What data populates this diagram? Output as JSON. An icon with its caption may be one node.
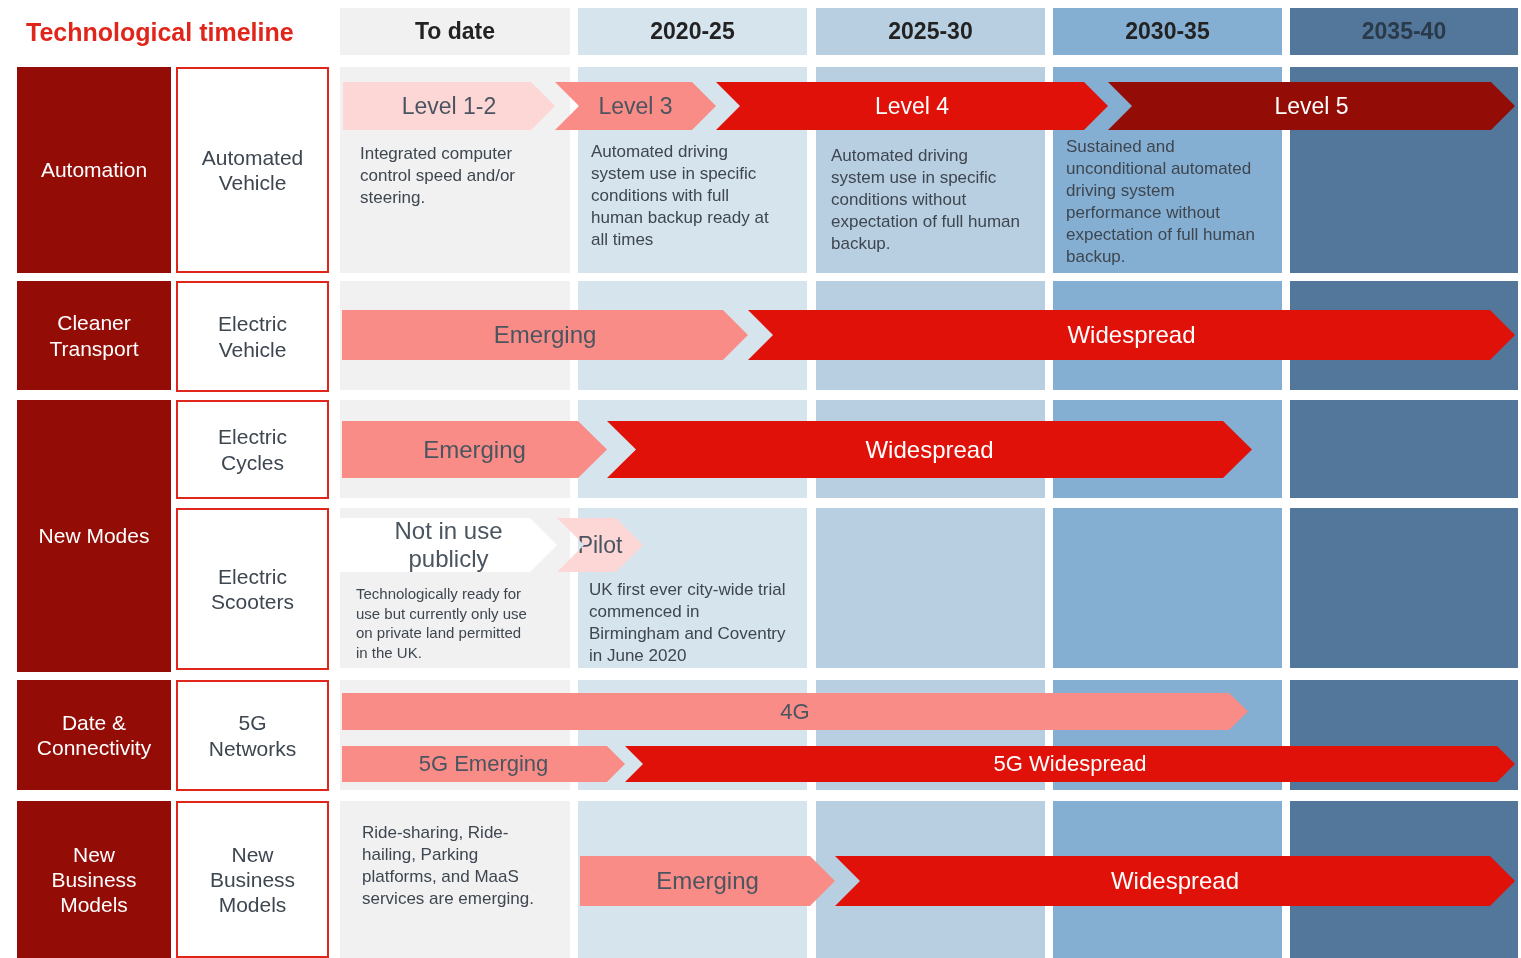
{
  "diagram": {
    "title": "Technological timeline",
    "nodes": [
      {
        "text": [
          "Automation"
        ]
      },
      {
        "text": [
          "Automated Vehicle"
        ]
      },
      {
        "text": [
          "Cleaner Transport"
        ]
      },
      {
        "text": [
          "Electric Vehicle"
        ]
      },
      {
        "text": [
          "New Modes"
        ]
      },
      {
        "text": [
          "Electric Cycles"
        ]
      },
      {
        "text": [
          "Electric Scooters"
        ]
      },
      {
        "text": [
          "Date & Connectivity"
        ]
      },
      {
        "text": [
          "5G Networks"
        ]
      },
      {
        "text": [
          "New Business Models"
        ]
      },
      {
        "text": [
          "New Business Models"
        ]
      },
      {
        "text": [
          "Level 1-2"
        ]
      },
      {
        "text": [
          "Level 3"
        ]
      },
      {
        "text": [
          "Level 4"
        ]
      },
      {
        "text": [
          "Level 5"
        ]
      },
      {
        "text": [
          "Emerging"
        ]
      },
      {
        "text": [
          "Widespread"
        ]
      },
      {
        "text": [
          "Emerging"
        ]
      },
      {
        "text": [
          "Widespread"
        ]
      },
      {
        "text": [
          "Not in use publicly"
        ]
      },
      {
        "text": [
          "Pilot"
        ]
      },
      {
        "text": [
          "4G"
        ]
      },
      {
        "text": [
          "5G Emerging"
        ]
      },
      {
        "text": [
          "5G Widespread"
        ]
      },
      {
        "text": [
          "Emerging"
        ]
      },
      {
        "text": [
          "Widespread"
        ]
      }
    ],
    "labels": [
      "To date",
      "2020-25",
      "2025-30",
      "2030-35",
      "2035-40",
      "Integrated computer control speed and/or steering.",
      "Automated driving system use in specific conditions with full human backup ready at all times",
      "Automated driving system use in specific conditions without expectation of full human backup.",
      "Sustained and unconditional automated driving system performance without expectation of full human backup.",
      "Technologically ready for use but currently only use on private land permitted in the UK.",
      "UK first ever city-wide trial commenced in Birmingham and Coventry in June 2020",
      "Ride-sharing, Ride-hailing, Parking platforms, and MaaS services are emerging."
    ]
  }
}
